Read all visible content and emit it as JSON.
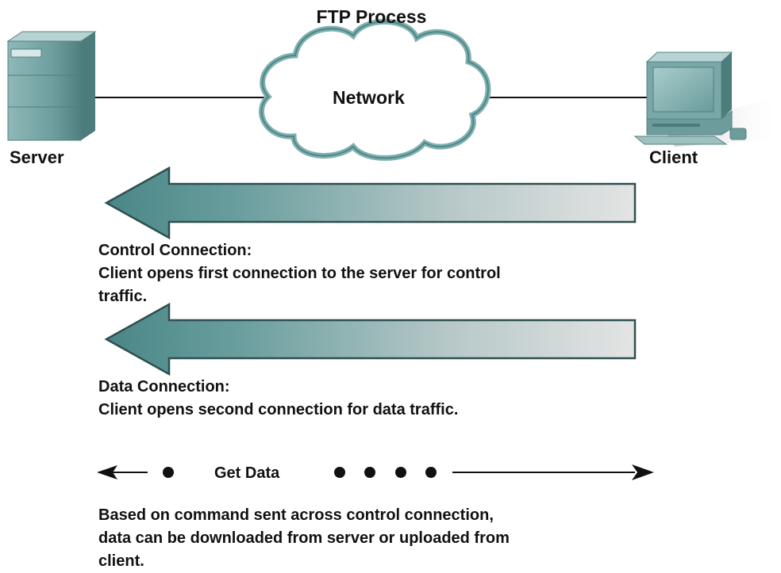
{
  "title": "FTP Process",
  "network_label": "Network",
  "server_label": "Server",
  "client_label": "Client",
  "control_connection": {
    "heading": "Control Connection:",
    "line1": "Client opens first connection to the server for control",
    "line2": "traffic."
  },
  "data_connection": {
    "heading": "Data Connection:",
    "line1": "Client opens second connection for data traffic."
  },
  "get_data_label": "Get Data",
  "footer": {
    "line1": "Based on command sent across control connection,",
    "line2": "data can be downloaded from server or uploaded from",
    "line3": "client."
  },
  "icons": {
    "server": "server-icon",
    "client": "computer-icon",
    "network": "cloud-icon"
  },
  "colors": {
    "arrow_dark": "#4f8c8c",
    "arrow_light": "#e0e0e0",
    "cloud_outline": "#6aa3a3",
    "device_body": "#6f9d9d"
  }
}
